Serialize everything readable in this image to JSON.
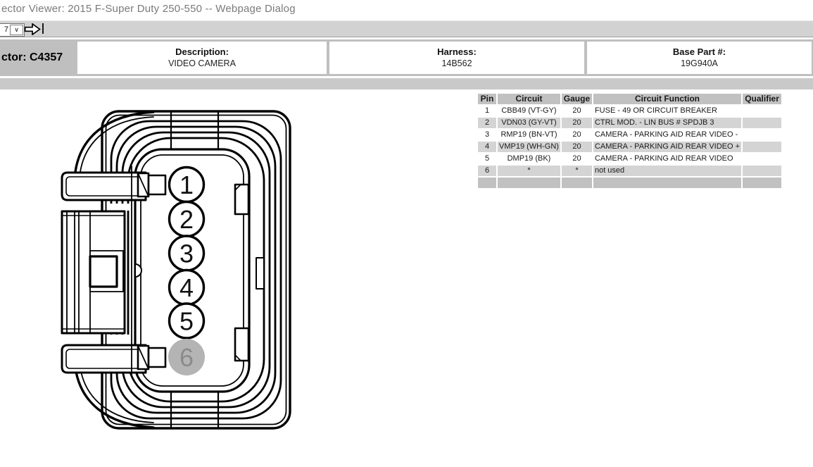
{
  "window": {
    "title": "ector Viewer: 2015 F-Super Duty 250-550 -- Webpage Dialog"
  },
  "toolbar": {
    "combo_value": "7",
    "dropdown_glyph": "∨"
  },
  "header": {
    "connector_label": "ctor: C4357",
    "cells": [
      {
        "label": "Description:",
        "value": "VIDEO CAMERA"
      },
      {
        "label": "Harness:",
        "value": "14B562"
      },
      {
        "label": "Base Part #:",
        "value": "19G940A"
      }
    ]
  },
  "pin_table": {
    "columns": [
      "Pin",
      "Circuit",
      "Gauge",
      "Circuit Function",
      "Qualifier"
    ],
    "rows": [
      {
        "pin": "1",
        "circuit": "CBB49 (VT-GY)",
        "gauge": "20",
        "function": "FUSE - 49 OR CIRCUIT BREAKER",
        "qualifier": ""
      },
      {
        "pin": "2",
        "circuit": "VDN03 (GY-VT)",
        "gauge": "20",
        "function": "CTRL MOD. - LIN BUS # SPDJB 3",
        "qualifier": ""
      },
      {
        "pin": "3",
        "circuit": "RMP19 (BN-VT)",
        "gauge": "20",
        "function": "CAMERA - PARKING AID REAR VIDEO -",
        "qualifier": ""
      },
      {
        "pin": "4",
        "circuit": "VMP19 (WH-GN)",
        "gauge": "20",
        "function": "CAMERA - PARKING AID REAR VIDEO +",
        "qualifier": ""
      },
      {
        "pin": "5",
        "circuit": "DMP19 (BK)",
        "gauge": "20",
        "function": "CAMERA - PARKING AID REAR VIDEO",
        "qualifier": ""
      },
      {
        "pin": "6",
        "circuit": "*",
        "gauge": "*",
        "function": "not used",
        "qualifier": ""
      }
    ]
  },
  "diagram": {
    "pins": [
      "1",
      "2",
      "3",
      "4",
      "5",
      "6"
    ],
    "disabled_pin": "6"
  },
  "colors": {
    "table_header_bg": "#c1c1c1",
    "row_alt_bg": "#d4d4d4",
    "header_strip_bg": "#bfbfbf",
    "separator_bg": "#c9c9c9",
    "toolbar_bg": "#d2d2d2",
    "title_text": "#7a7a7a",
    "disabled_pin_fill": "#b4b4b4",
    "disabled_pin_text": "#8b8b8b"
  }
}
